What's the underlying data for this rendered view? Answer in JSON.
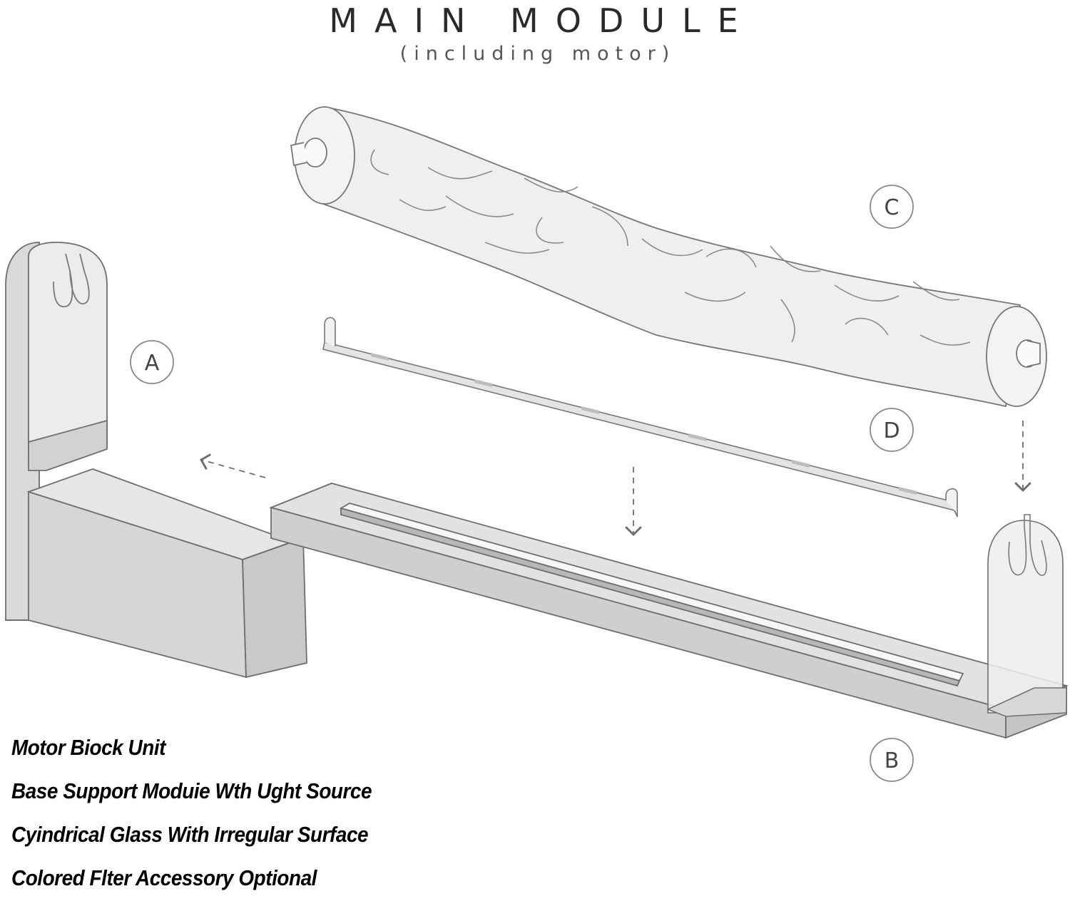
{
  "title": "MAIN MODULE",
  "subtitle": "(including motor)",
  "callouts": {
    "a": "A",
    "b": "B",
    "c": "C",
    "d": "D"
  },
  "legend": [
    "Motor Biock Unit",
    "Base Support Moduie Wth Ught Source",
    "Cyindrical Glass With Irregular Surface",
    "Colored Flter Accessory Optional"
  ],
  "colors": {
    "line": "#6e6e6e",
    "fill_gray": "#d9d9d9",
    "fill_light": "#e9e9e9",
    "glass": "#efefef",
    "text": "#000000"
  }
}
